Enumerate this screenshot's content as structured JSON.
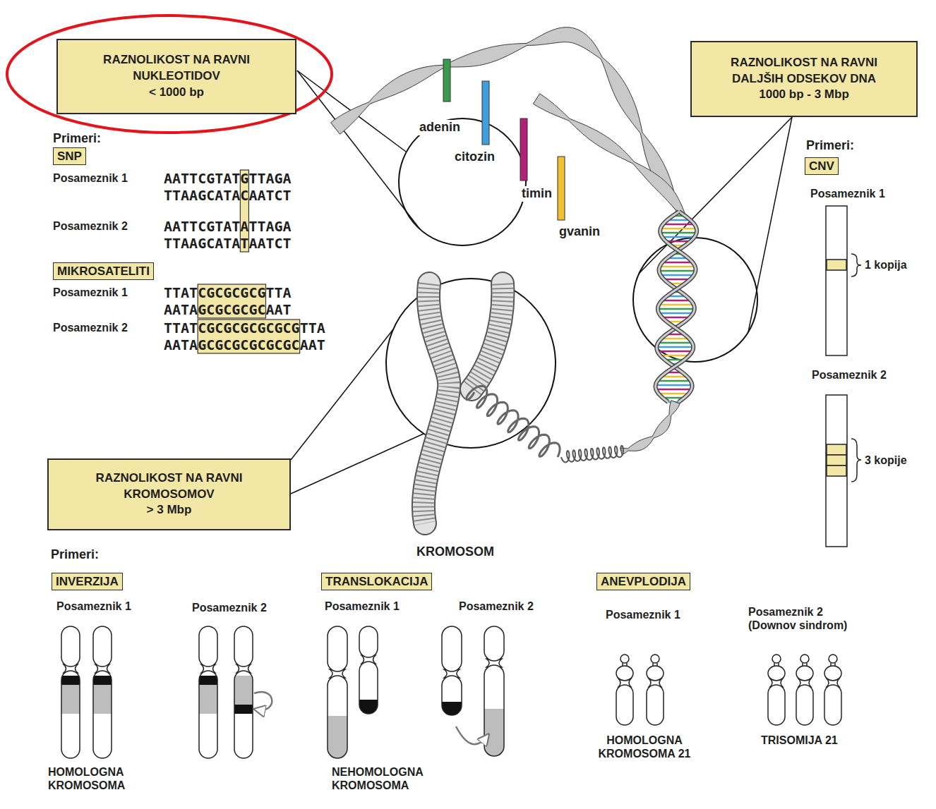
{
  "diagram": {
    "nodes": [
      {
        "text": [
          "RAZNOLIKOST NA RAVNI NUKLEOTIDOV",
          "< 1000 bp"
        ]
      },
      {
        "text": [
          "SNP"
        ]
      },
      {
        "text": [
          "MIKROSATELITI"
        ]
      },
      {
        "text": [
          "RAZNOLIKOST NA RAVNI DALJŠIH ODSEKOV DNA",
          "1000 bp - 3 Mbp"
        ]
      },
      {
        "text": [
          "CNV"
        ]
      },
      {
        "text": [
          "RAZNOLIKOST NA RAVNI KROMOSOMOV",
          "> 3 Mbp"
        ]
      },
      {
        "text": [
          "INVERZIJA"
        ]
      },
      {
        "text": [
          "TRANSLOKACIJA"
        ]
      },
      {
        "text": [
          "ANEVPLODIJA"
        ]
      }
    ],
    "labels": [
      "Primeri:",
      "Posameznik 1",
      "AATTCGTATGTTAGA",
      "TTAAGCATACAATCT",
      "Posameznik 2",
      "AATTCGTATATTAGA",
      "TTAAGCATATAATCT",
      "Posameznik 1",
      "TTATCGCGCGCGTTA",
      "AATAGCGCGCGCAAT",
      "Posameznik 2",
      "TTATCGCGCGCGCGCGTTA",
      "AATAGCGCGCGCGCGCAAT",
      "adenin",
      "citozin",
      "timin",
      "gvanin",
      "Primeri:",
      "Posameznik 1",
      "1 kopija",
      "Posameznik 2",
      "3 kopije",
      "KROMOSOM",
      "Primeri:",
      "Posameznik 1",
      "Posameznik 2",
      "HOMOLOGNA KROMOSOMA",
      "Posameznik 1",
      "Posameznik 2",
      "NEHOMOLOGNA KROMOSOMA",
      "Posameznik 1",
      "Posameznik 2 (Downov sindrom)",
      "HOMOLOGNA KROMOSOMA 21",
      "TRISOMIJA 21"
    ]
  }
}
